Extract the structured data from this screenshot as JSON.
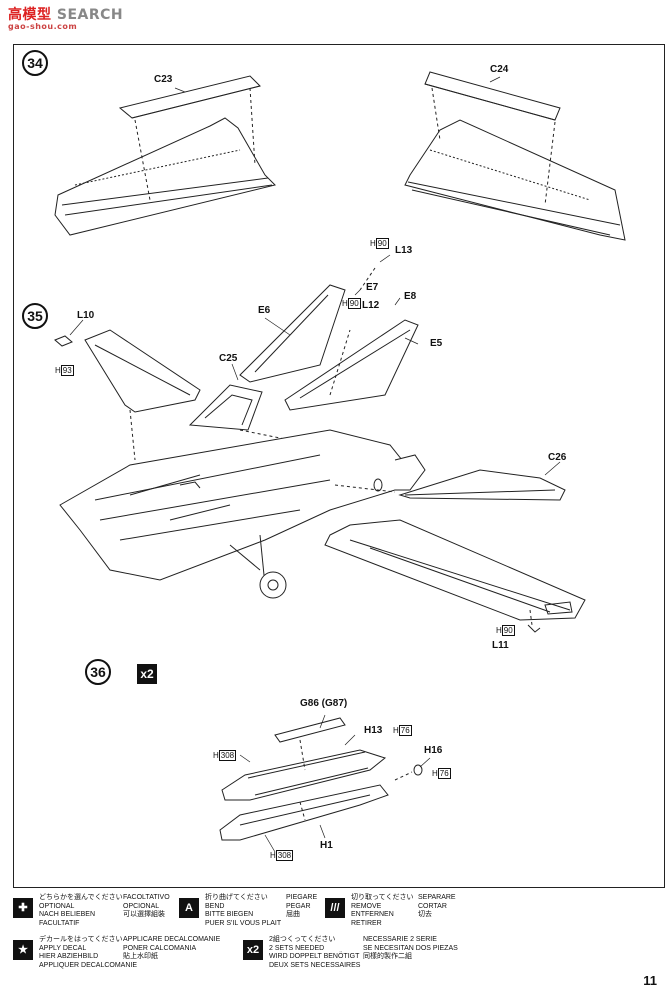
{
  "watermark": {
    "brand": "模型",
    "site": "SEARCH",
    "prefix": "高",
    "url": "gao-shou.com"
  },
  "steps": {
    "s34": "34",
    "s35": "35",
    "s36": "36"
  },
  "multiplier": "x2",
  "parts": {
    "c23": "C23",
    "c24": "C24",
    "c25": "C25",
    "c26": "C26",
    "e5": "E5",
    "e6": "E6",
    "e7": "E7",
    "e8": "E8",
    "l10": "L10",
    "l11": "L11",
    "l12": "L12",
    "l13": "L13",
    "g86": "G86 (G87)",
    "h13": "H13",
    "h16": "H16",
    "h1": "H1"
  },
  "hcodes": {
    "h90_top": {
      "h": "H",
      "n": "90"
    },
    "h90_mid": {
      "h": "H",
      "n": "90"
    },
    "h93": {
      "h": "H",
      "n": "93"
    },
    "h90_low": {
      "h": "H",
      "n": "90"
    },
    "h76_a": {
      "h": "H",
      "n": "76"
    },
    "h76_b": {
      "h": "H",
      "n": "76"
    },
    "h308_a": {
      "h": "H",
      "n": "308"
    },
    "h308_b": {
      "h": "H",
      "n": "308"
    }
  },
  "legend": {
    "optional": {
      "jp": "どちらかを選んでください",
      "en": "OPTIONAL",
      "de": "NACH BELIEBEN",
      "fr": "FACULTATIF",
      "it": "FACOLTATIVO",
      "es": "OPCIONAL",
      "cn": "可以選擇組裝"
    },
    "bend": {
      "jp": "折り曲げてください",
      "en": "BEND",
      "de": "BITTE BIEGEN",
      "fr": "PUER S'IL VOUS PLAIT",
      "it": "PIEGARE",
      "es": "PEGAR",
      "cn": "屈曲"
    },
    "remove": {
      "jp": "切り取ってください",
      "en": "REMOVE",
      "de": "ENTFERNEN",
      "fr": "RETIRER",
      "it": "SEPARARE",
      "es": "CORTAR",
      "cn": "切去"
    },
    "decal": {
      "jp": "デカールをはってください",
      "en": "APPLY DECAL",
      "de": "HIER ABZIEHBILD",
      "fr": "APPLIQUER DECALCOMANIE",
      "it": "APPLICARE DECALCOMANIE",
      "es": "PONER CALCOMANIA",
      "cn": "貼上水印紙"
    },
    "two_sets": {
      "jp": "2組つくってください",
      "en": "2 SETS NEEDED",
      "de": "WIRD DOPPELT BENÖTIGT",
      "fr": "DEUX SETS NECESSAIRES",
      "it": "NECESSARIE 2 SERIE",
      "es": "SE NECESITAN DOS PIEZAS",
      "cn": "同樣的製作二組"
    },
    "bend_icon": "A",
    "x2_icon": "x2"
  },
  "page_number": "11"
}
